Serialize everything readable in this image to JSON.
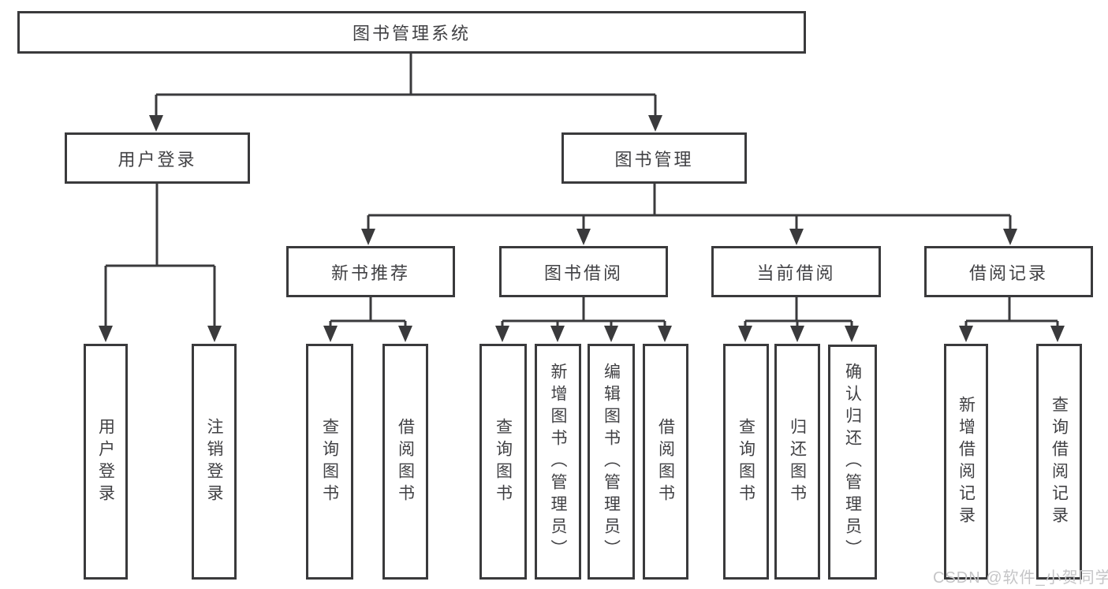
{
  "diagram": {
    "root": {
      "label": "图书管理系统"
    },
    "level1": [
      {
        "label": "用户登录"
      },
      {
        "label": "图书管理"
      }
    ],
    "level2": [
      {
        "label": "新书推荐"
      },
      {
        "label": "图书借阅"
      },
      {
        "label": "当前借阅"
      },
      {
        "label": "借阅记录"
      }
    ],
    "leaves": [
      {
        "label": "用户登录"
      },
      {
        "label": "注销登录"
      },
      {
        "label": "查询图书"
      },
      {
        "label": "借阅图书"
      },
      {
        "label": "查询图书"
      },
      {
        "label": "新增图书（管理员）"
      },
      {
        "label": "编辑图书（管理员）"
      },
      {
        "label": "借阅图书"
      },
      {
        "label": "查询图书"
      },
      {
        "label": "归还图书"
      },
      {
        "label": "确认归还（管理员）"
      },
      {
        "label": "新增借阅记录"
      },
      {
        "label": "查询借阅记录"
      }
    ]
  },
  "watermark": "CSDN @软件_小贺同学",
  "colors": {
    "line": "#3a3a3c",
    "text": "#414144",
    "background": "#ffffff",
    "watermark": "#c5c5c7"
  }
}
